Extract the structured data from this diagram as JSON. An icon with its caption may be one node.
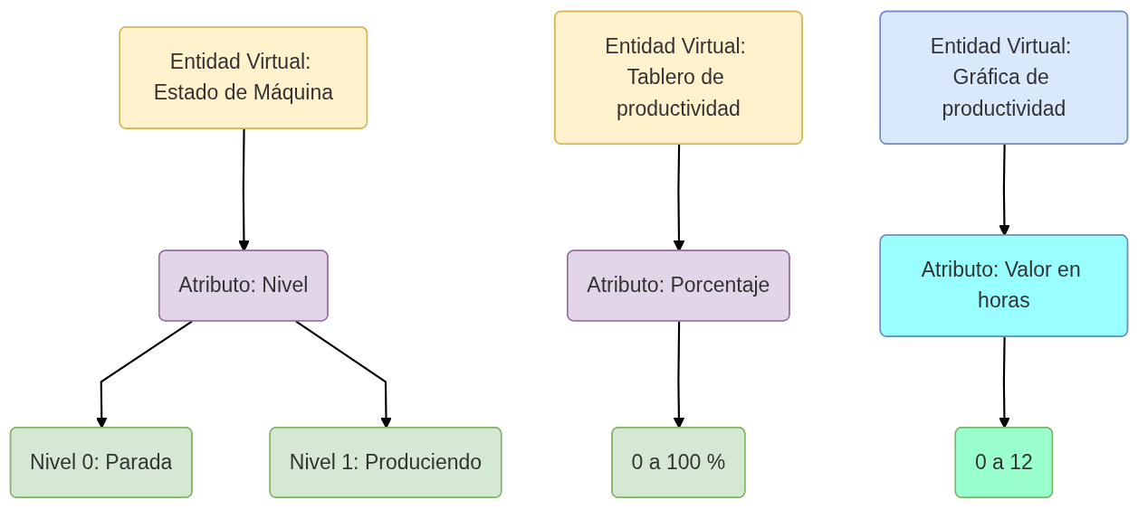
{
  "diagram": {
    "nodes": [
      {
        "text": [
          "Entidad Virtual: Estado de Máquina"
        ]
      },
      {
        "text": [
          "Atributo: Nivel"
        ]
      },
      {
        "text": [
          "Nivel 0: Parada"
        ]
      },
      {
        "text": [
          "Nivel 1: Produciendo"
        ]
      },
      {
        "text": [
          "Entidad Virtual: Tablero de productividad"
        ]
      },
      {
        "text": [
          "Atributo: Porcentaje"
        ]
      },
      {
        "text": [
          "0 a 100 %"
        ]
      },
      {
        "text": [
          "Entidad Virtual: Gráfica de productividad"
        ]
      },
      {
        "text": [
          "Atributo: Valor en horas"
        ]
      },
      {
        "text": [
          "0 a 12"
        ]
      }
    ],
    "edges": [
      {
        "from": 0,
        "to": 1,
        "arrow": "to"
      },
      {
        "from": 1,
        "to": 2,
        "arrow": "to"
      },
      {
        "from": 1,
        "to": 3,
        "arrow": "to"
      },
      {
        "from": 4,
        "to": 5,
        "arrow": "to"
      },
      {
        "from": 5,
        "to": 6,
        "arrow": "to"
      },
      {
        "from": 7,
        "to": 8,
        "arrow": "to"
      },
      {
        "from": 8,
        "to": 9,
        "arrow": "to"
      }
    ]
  }
}
